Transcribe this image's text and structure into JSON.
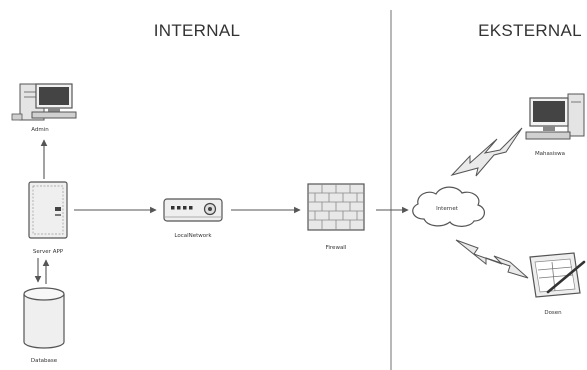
{
  "zones": {
    "internal_title": "INTERNAL",
    "external_title": "EKSTERNAL"
  },
  "nodes": {
    "admin": {
      "label": "Admin",
      "icon": "workstation-icon"
    },
    "server": {
      "label": "Server APP",
      "icon": "server-tower-icon"
    },
    "database": {
      "label": "Database",
      "icon": "database-cylinder-icon"
    },
    "local_network": {
      "label": "LocalNetwork",
      "icon": "network-switch-icon"
    },
    "firewall": {
      "label": "Firewall",
      "icon": "brick-firewall-icon"
    },
    "internet": {
      "label": "Internet",
      "icon": "cloud-icon"
    },
    "mahasiswa": {
      "label": "Mahasiswa",
      "icon": "desktop-computer-icon"
    },
    "dosen": {
      "label": "Dosen",
      "icon": "tablet-pen-icon"
    }
  },
  "colors": {
    "stroke": "#555555",
    "fill_light": "#eeeeee",
    "fill_mid": "#d9d9d9",
    "divider": "#888888"
  }
}
